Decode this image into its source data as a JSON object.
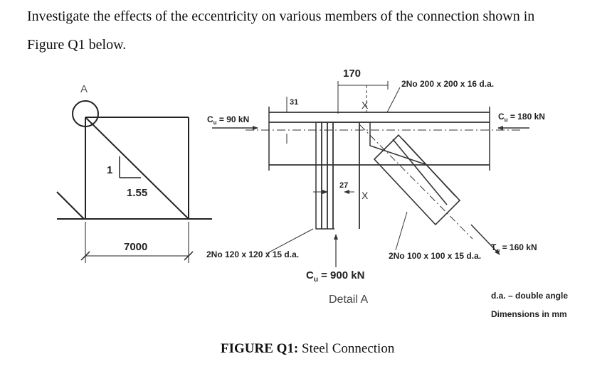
{
  "question": {
    "line1": "Investigate the effects of the eccentricity on various members of the connection shown in",
    "line2": "Figure Q1 below."
  },
  "truss": {
    "joint_label": "A",
    "slope_rise": "1",
    "slope_run": "1.55",
    "span": "7000"
  },
  "detail": {
    "dim_top": "170",
    "dim_31": "31",
    "dim_27": "27",
    "x_marker": "X",
    "chord_label": "2No 200 x 200 x 16 d.a.",
    "left_force_label": "C",
    "left_force_sub": "u",
    "left_force_value": " = 90 kN",
    "right_force_label": "C",
    "right_force_sub": "u",
    "right_force_value": " = 180 kN",
    "vertical_label": "2No 120 x 120 x 15 d.a.",
    "diagonal_label": "2No 100 x 100 x 15 d.a.",
    "tension_label": "T",
    "tension_sub": "u",
    "tension_value": " = 160 kN",
    "bottom_force_label": "C",
    "bottom_force_sub": "u",
    "bottom_force_value": " = 900 kN",
    "title": "Detail A"
  },
  "notes": {
    "line1": "d.a. – double angle",
    "line2": "Dimensions in mm"
  },
  "caption": {
    "bold": "FIGURE Q1:",
    "text": " Steel Connection"
  }
}
